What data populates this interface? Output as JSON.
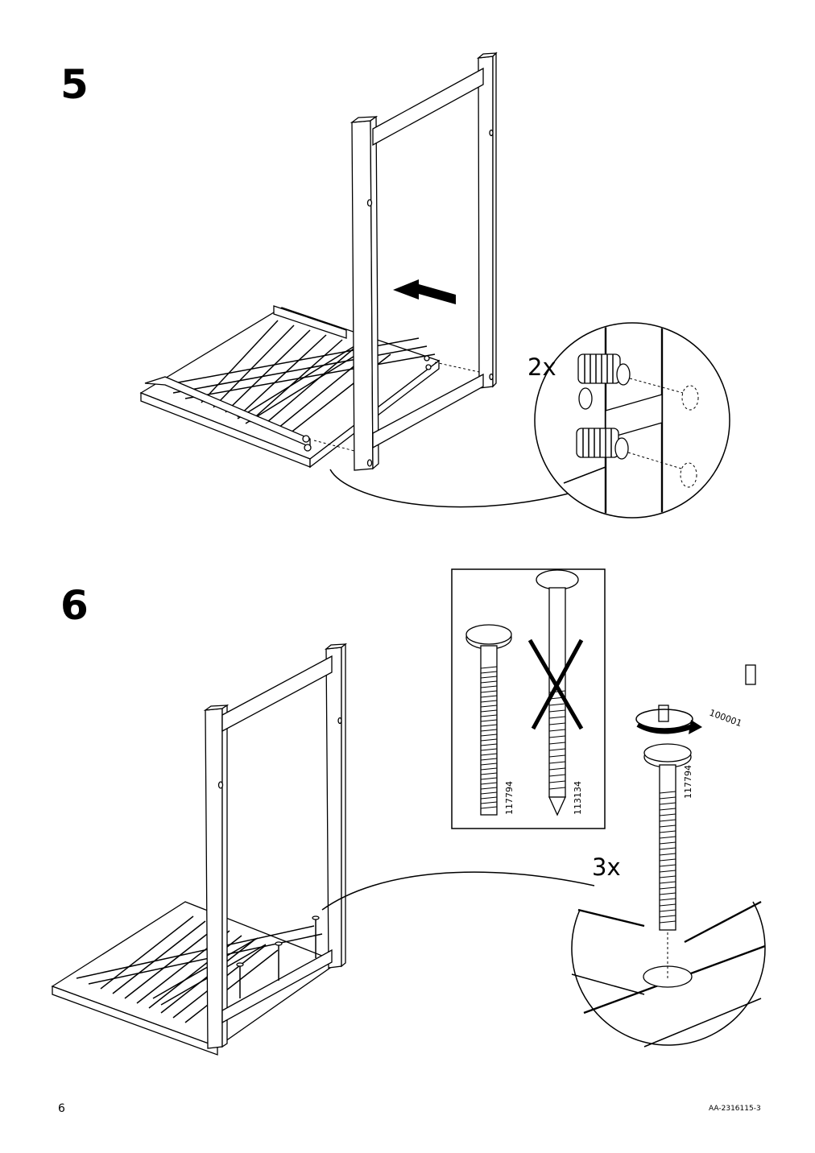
{
  "steps": [
    {
      "number": "5",
      "quantity": "2x",
      "part_icon": "dowel-icon"
    },
    {
      "number": "6",
      "quantity": "3x",
      "part_icon": "bolt-icon"
    }
  ],
  "parts": {
    "bolt_correct": "117794",
    "bolt_wrong": "113134",
    "bolt_in_detail": "117794",
    "allen_key": "100001"
  },
  "footer": {
    "page_number": "6",
    "document_id": "AA-2316115-3"
  }
}
